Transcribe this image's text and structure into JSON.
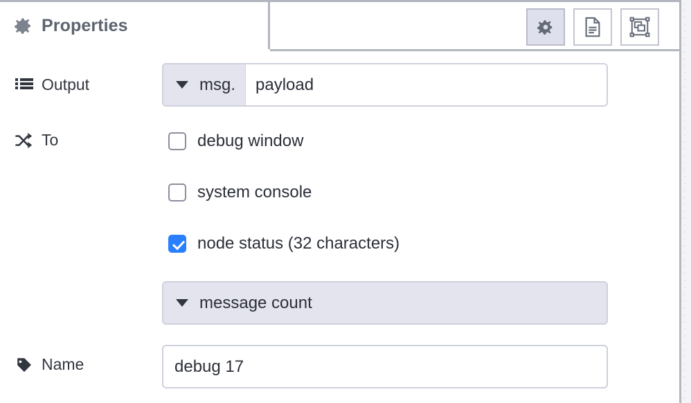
{
  "header": {
    "tab_title": "Properties",
    "tab_icon": "gear-icon",
    "buttons": [
      {
        "name": "properties-tab-button",
        "icon": "gear-icon",
        "active": true
      },
      {
        "name": "description-tab-button",
        "icon": "document-icon",
        "active": false
      },
      {
        "name": "appearance-tab-button",
        "icon": "appearance-icon",
        "active": false
      }
    ]
  },
  "form": {
    "output": {
      "label": "Output",
      "icon": "list-icon",
      "type_prefix": "msg.",
      "value": "payload",
      "placeholder": ""
    },
    "to": {
      "label": "To",
      "icon": "shuffle-icon",
      "checkboxes": [
        {
          "label": "debug window",
          "checked": false,
          "name": "checkbox-debug-window"
        },
        {
          "label": "system console",
          "checked": false,
          "name": "checkbox-system-console"
        },
        {
          "label": "node status (32 characters)",
          "checked": true,
          "name": "checkbox-node-status"
        }
      ],
      "status_select": {
        "value": "message count",
        "name": "status-type-select"
      }
    },
    "name": {
      "label": "Name",
      "icon": "tag-icon",
      "value": "debug 17",
      "placeholder": "Name"
    }
  },
  "colors": {
    "accent_blue": "#2a7fff",
    "lavender": "#e3e4ee",
    "border_gray": "#cfd1dc",
    "header_gray": "#b3b5bf",
    "text_dark": "#2b2f38",
    "title_gray": "#5d6470"
  }
}
